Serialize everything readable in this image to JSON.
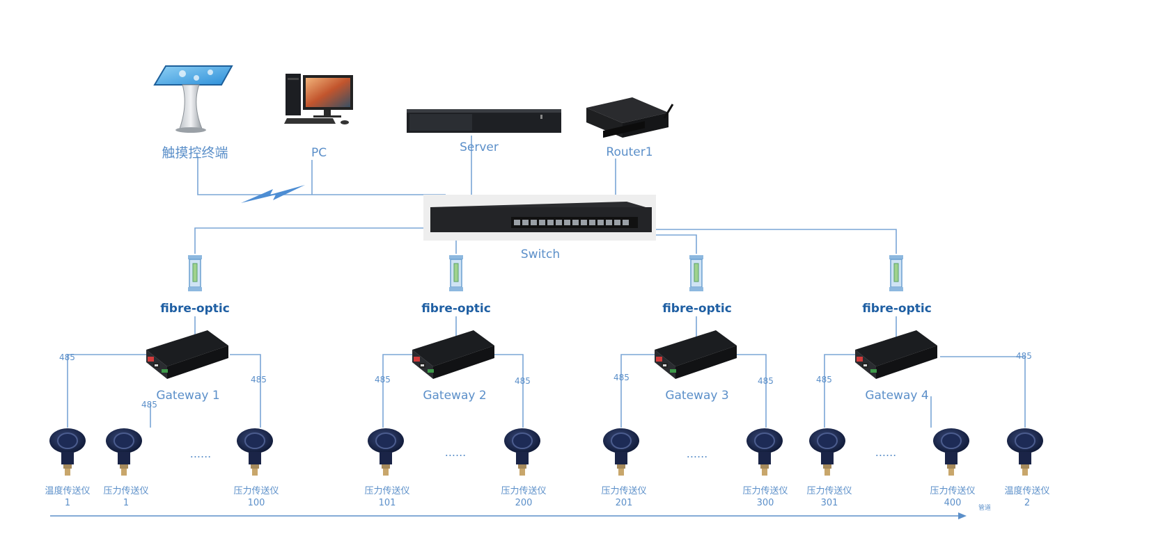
{
  "devices": {
    "touch_terminal": "触摸控终端",
    "pc": "PC",
    "server": "Server",
    "router": "Router1",
    "switch": "Switch"
  },
  "fibre_label": "fibre-optic",
  "protocol": "485",
  "ellipsis": "......",
  "gateways": [
    {
      "label": "Gateway 1"
    },
    {
      "label": "Gateway 2"
    },
    {
      "label": "Gateway 3"
    },
    {
      "label": "Gateway 4"
    }
  ],
  "sensors": [
    {
      "name": "温度传送仪",
      "num": "1"
    },
    {
      "name": "压力传送仪",
      "num": "1"
    },
    {
      "name": "压力传送仪",
      "num": "100"
    },
    {
      "name": "压力传送仪",
      "num": "101"
    },
    {
      "name": "压力传送仪",
      "num": "200"
    },
    {
      "name": "压力传送仪",
      "num": "201"
    },
    {
      "name": "压力传送仪",
      "num": "300"
    },
    {
      "name": "压力传送仪",
      "num": "301"
    },
    {
      "name": "压力传送仪",
      "num": "400"
    },
    {
      "name": "温度传送仪",
      "num": "2"
    }
  ],
  "pipeline_label": "管道"
}
